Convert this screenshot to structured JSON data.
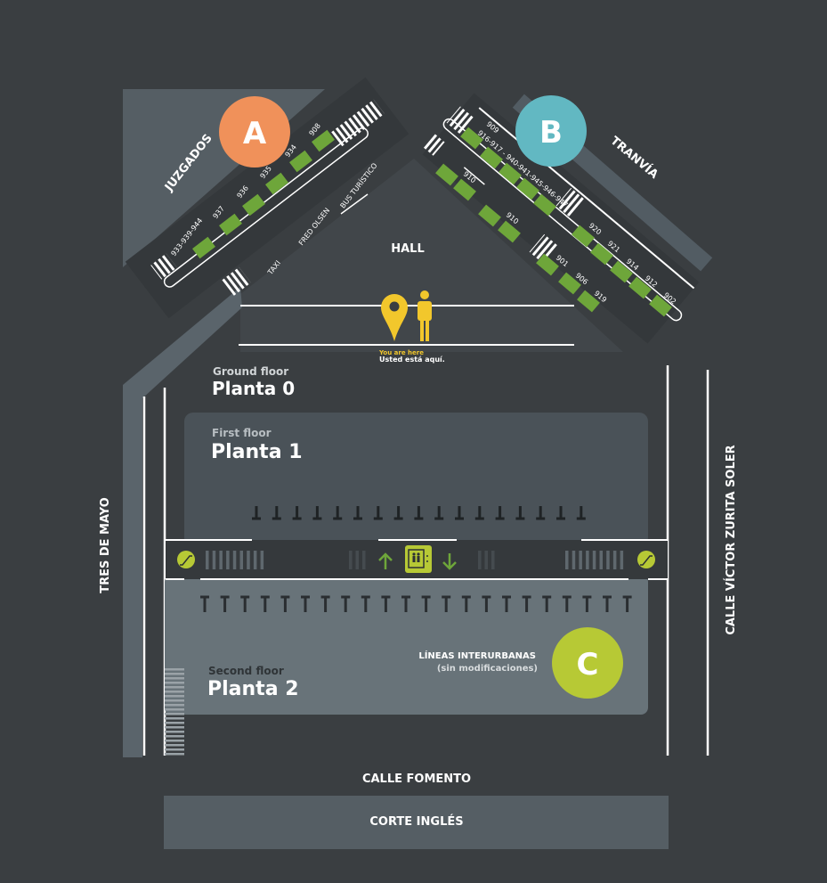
{
  "colors": {
    "background": "#3a3e41",
    "zone_a": "#f0915a",
    "zone_b": "#62b8c2",
    "zone_c": "#b7c935",
    "bay": "#6ea63a",
    "you_are_here": "#f2c72c",
    "road": "#5a646b"
  },
  "zones": {
    "a": {
      "letter": "A",
      "street": "JUZGADOS",
      "bays": [
        "933-939-944",
        "937",
        "936",
        "935",
        "934",
        "908"
      ],
      "labels": [
        "TAXI",
        "FRED OLSEN",
        "BUS TURÍSTICO"
      ]
    },
    "b": {
      "letter": "B",
      "street": "TRANVÍA",
      "top_label_1": "909",
      "top_label_2": "916-917 - 940-941-945-946-947",
      "outer_bays": [
        "920",
        "921",
        "914",
        "912",
        "902"
      ],
      "inner_bays": [
        "910",
        "910",
        "901",
        "906",
        "919"
      ]
    },
    "c": {
      "letter": "C",
      "title": "LÍNEAS INTERURBANAS",
      "subtitle": "(sin modificaciones)"
    }
  },
  "hall": "HALL",
  "you_are_here": {
    "en": "You are here",
    "es": "Usted está aquí."
  },
  "floors": [
    {
      "en": "Ground floor",
      "es": "Planta 0"
    },
    {
      "en": "First floor",
      "es": "Planta 1"
    },
    {
      "en": "Second floor",
      "es": "Planta 2"
    }
  ],
  "streets": {
    "left": "TRES DE MAYO",
    "right": "CALLE VÍCTOR ZURITA SOLER",
    "bottom": "CALLE FOMENTO",
    "building": "CORTE INGLÉS"
  },
  "icons": [
    "escalator-icon",
    "elevator-icon",
    "arrow-up-icon",
    "arrow-down-icon",
    "map-pin-icon",
    "person-icon"
  ]
}
